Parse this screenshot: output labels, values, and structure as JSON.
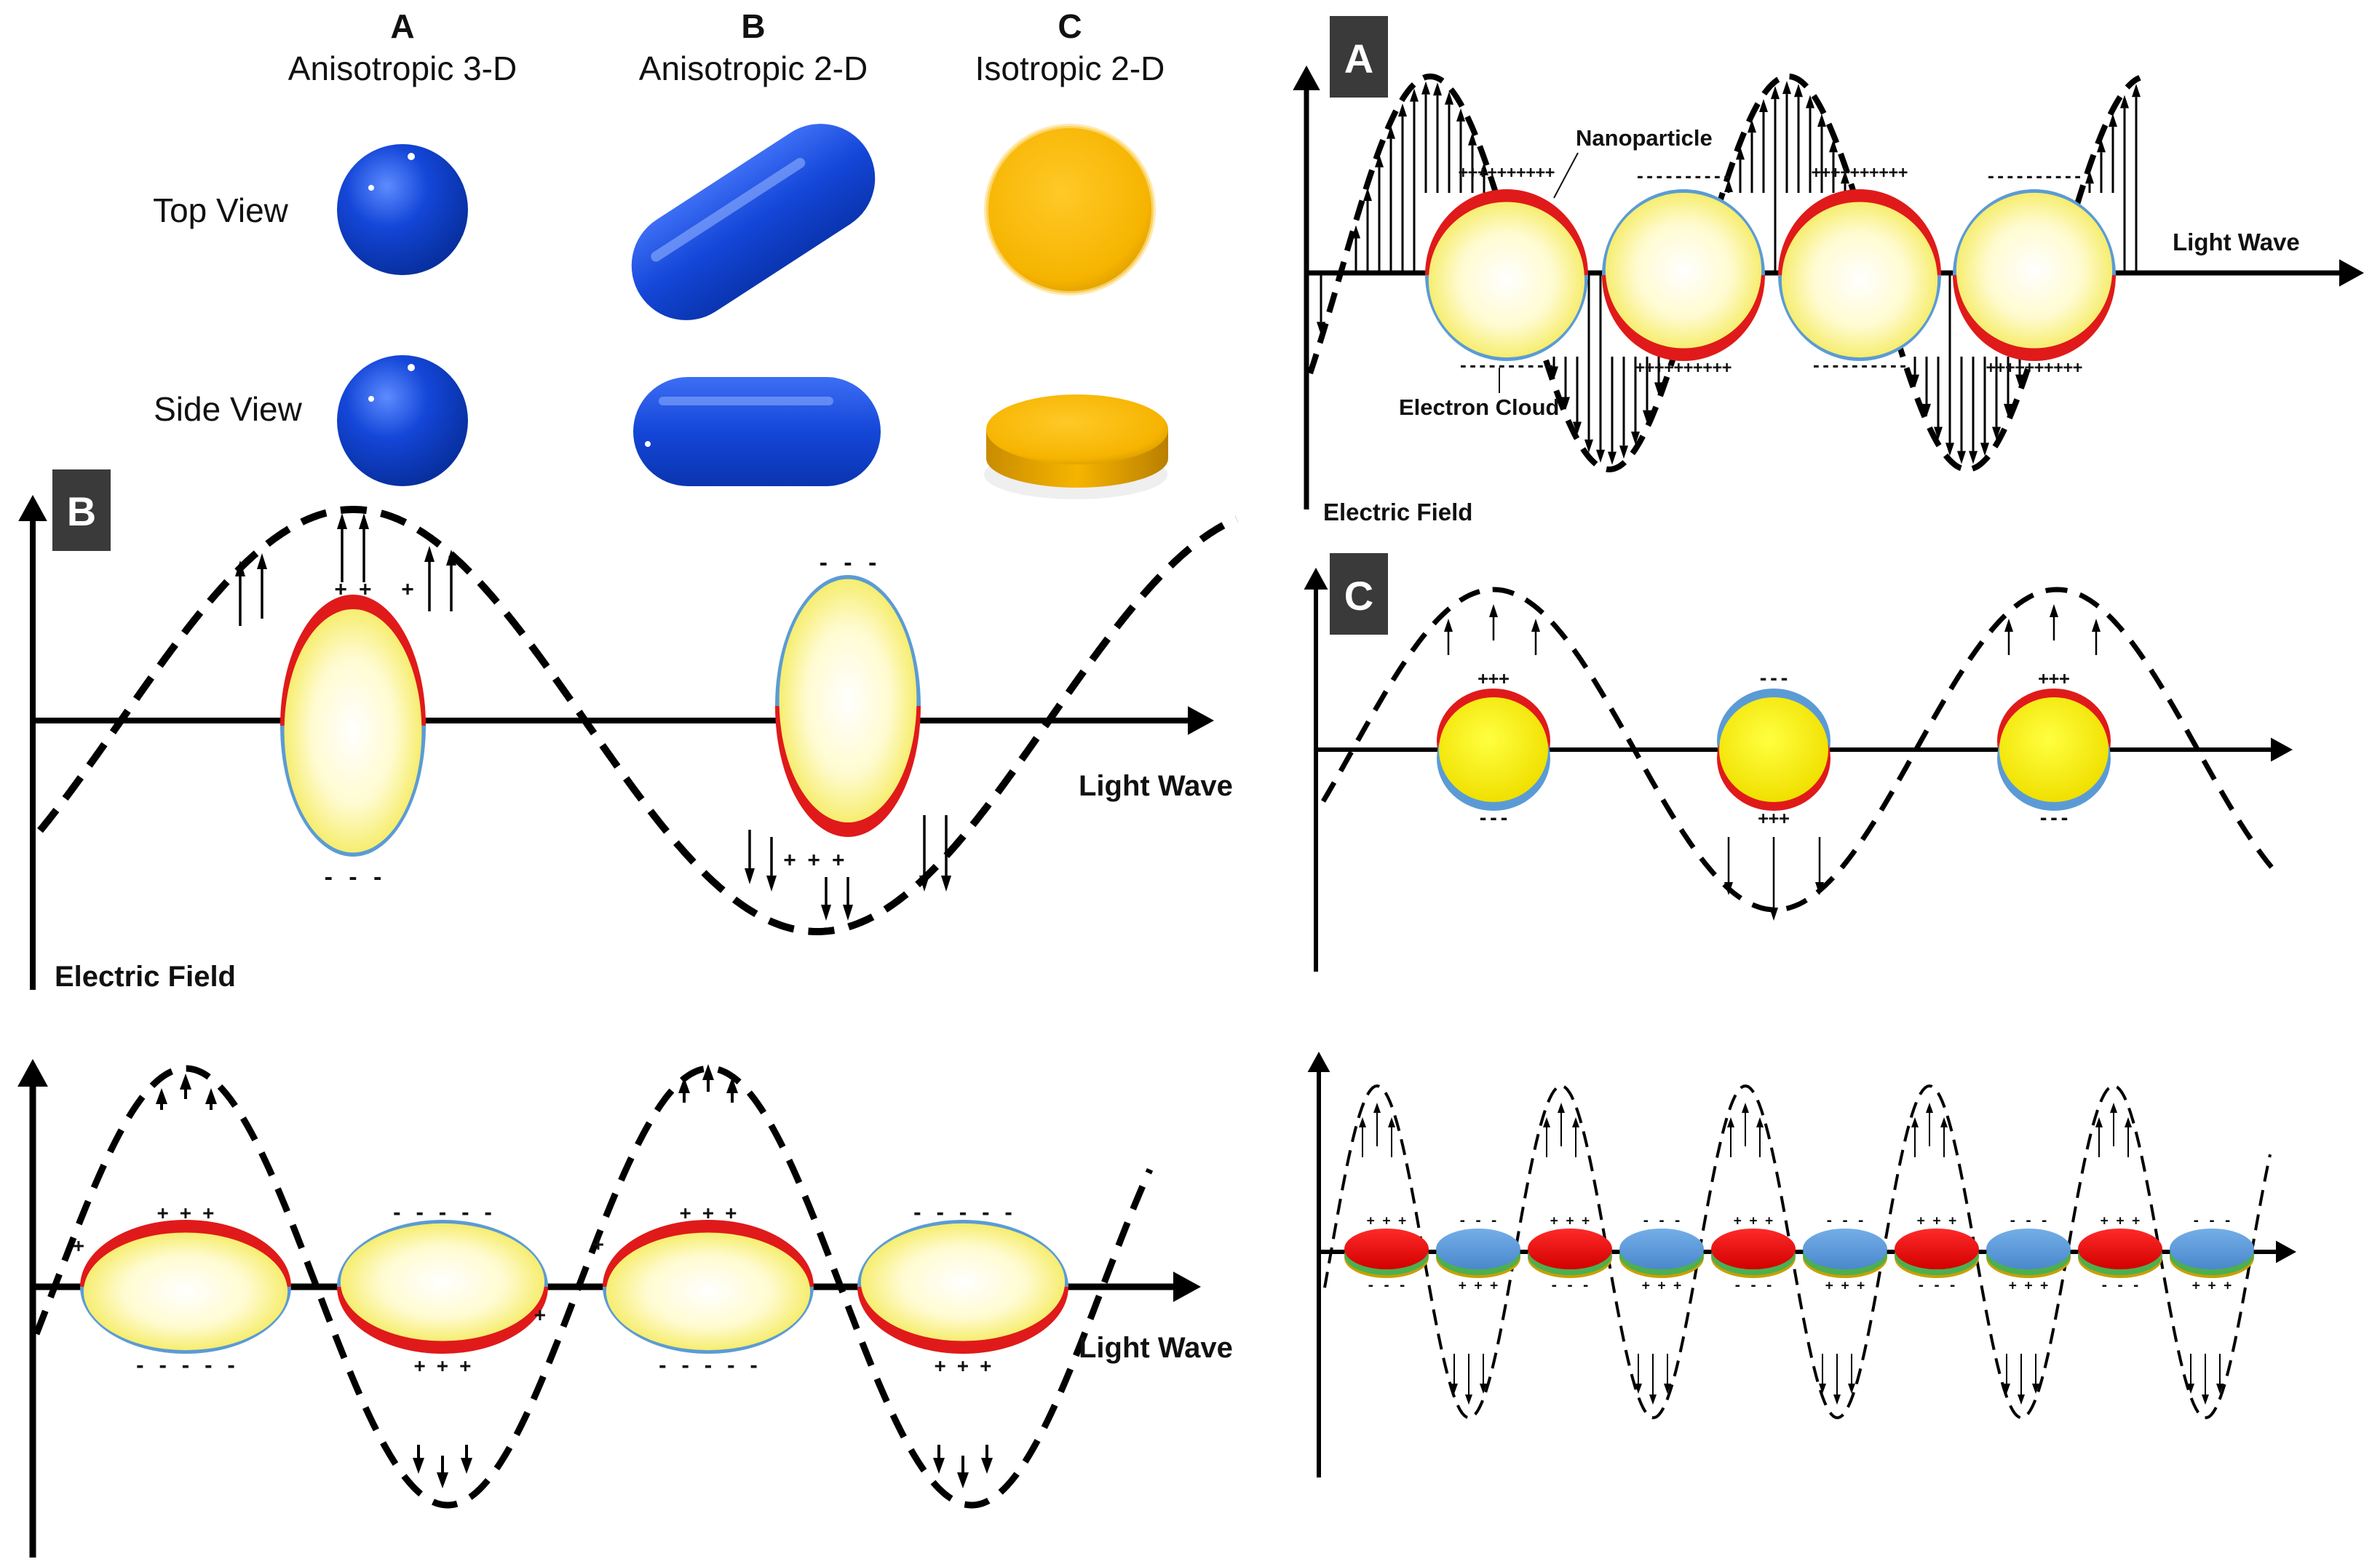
{
  "shape_table": {
    "columns": [
      {
        "letter": "A",
        "name": "Anisotropic 3-D"
      },
      {
        "letter": "B",
        "name": "Anisotropic 2-D"
      },
      {
        "letter": "C",
        "name": "Isotropic 2-D"
      }
    ],
    "rows": [
      "Top View",
      "Side View"
    ]
  },
  "panels": {
    "A": {
      "badge": "A",
      "light_wave_label": "Light Wave",
      "electric_field_label": "Electric Field",
      "nanoparticle_label": "Nanoparticle",
      "electron_cloud_label": "Electron Cloud"
    },
    "B": {
      "badge": "B",
      "light_wave_label": "Light Wave",
      "electric_field_label": "Electric Field"
    },
    "B_lower": {
      "light_wave_label": "Light Wave"
    },
    "C": {
      "badge": "C"
    }
  },
  "colors": {
    "blue_sphere": "#1446d8",
    "gold_disc": "#f6b400",
    "positive_rim": "#e01a1a",
    "negative_rim": "#5b9bd5",
    "particle_core": "#fff9c4",
    "badge_bg": "#3a3a3a"
  },
  "charges": {
    "plus": "+",
    "minus": "-"
  }
}
